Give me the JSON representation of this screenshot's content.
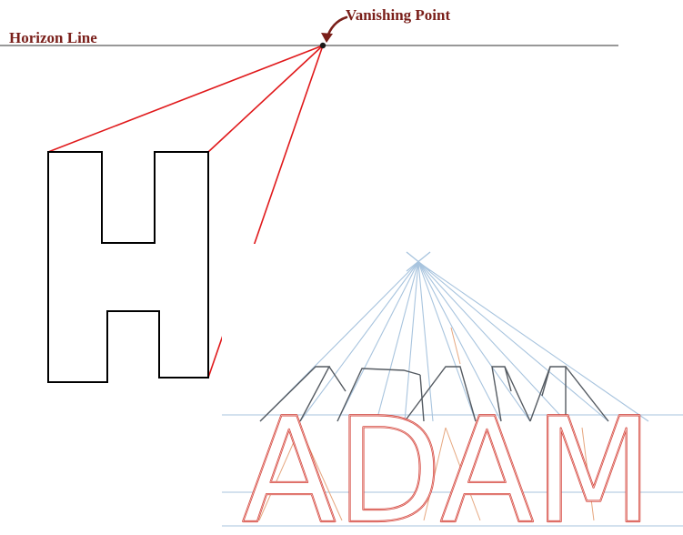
{
  "labels": {
    "horizon": "Horizon Line",
    "vanishing_point": "Vanishing Point"
  },
  "letter_outline": "H",
  "example_word": "ADAM",
  "colors": {
    "label": "#7a1f1a",
    "horizon_line": "#777777",
    "guide_red": "#e0191b",
    "outline_black": "#000000",
    "guide_blue": "#a8c4de",
    "letter_red": "#d23a32",
    "extrusion_gray": "#555b62",
    "sketch_orange": "#e6a77f"
  }
}
